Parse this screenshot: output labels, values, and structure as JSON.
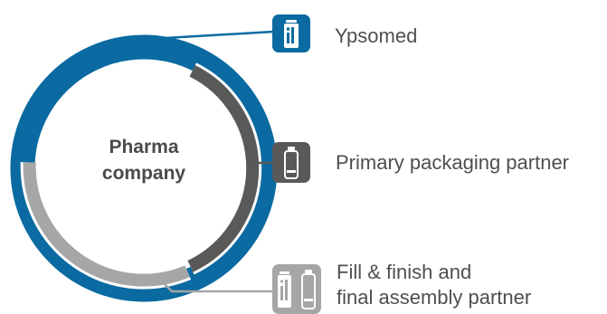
{
  "center": {
    "line1": "Pharma",
    "line2": "company"
  },
  "partners": [
    {
      "label": "Ypsomed",
      "icon": "autoinjector-icon",
      "color": "#0a6aa1"
    },
    {
      "label": "Primary packaging partner",
      "icon": "cartridge-icon",
      "color": "#595959"
    },
    {
      "label_line1": "Fill & finish and",
      "label_line2": "final assembly partner",
      "icon": "autoinjector-and-cartridge-icon",
      "color": "#a6a6a6"
    }
  ],
  "colors": {
    "blue": "#0a6aa1",
    "dark_gray": "#595959",
    "light_gray": "#a6a6a6",
    "text": "#4a4a4a"
  }
}
